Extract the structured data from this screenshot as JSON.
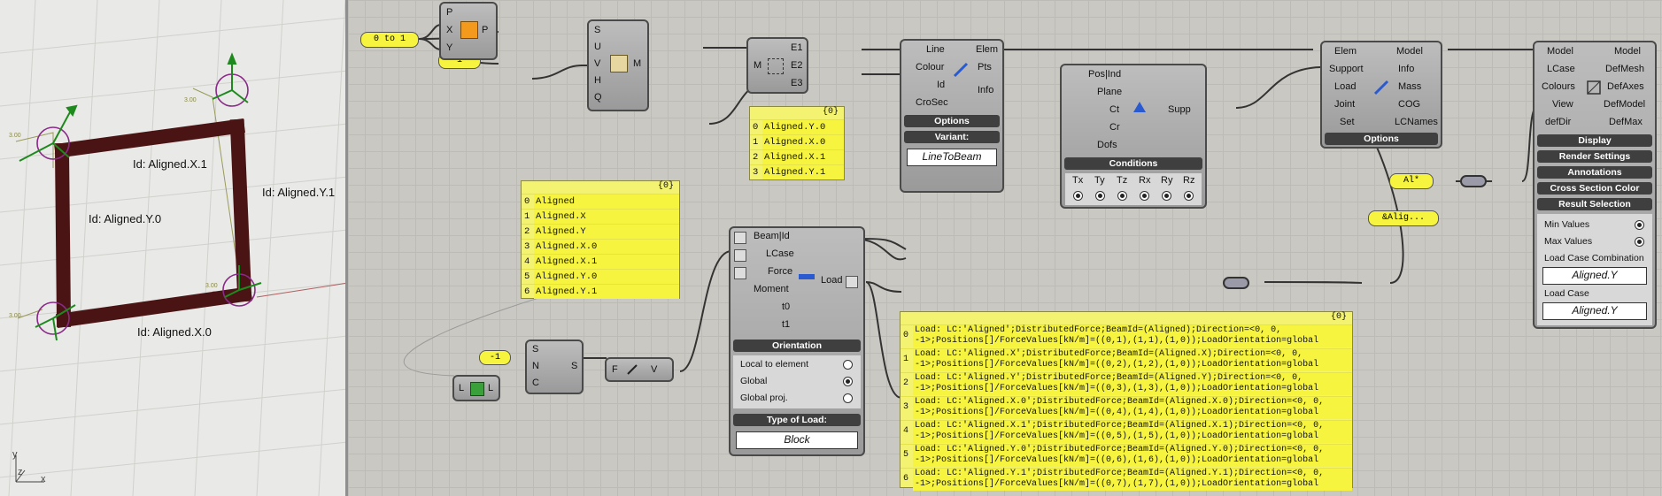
{
  "viewport": {
    "labels": [
      "Id: Aligned.X.1",
      "Id: Aligned.Y.0",
      "Id: Aligned.Y.1",
      "Id: Aligned.X.0"
    ],
    "dims": [
      "3.00",
      "3.00",
      "3.00",
      "3.00"
    ],
    "axes": {
      "x": "x",
      "y": "y",
      "z": "z"
    }
  },
  "sliders": {
    "range": "0 to 1",
    "count": "1",
    "neg": "-1",
    "lc_filter": "Al*",
    "lc_search": "&Alig..."
  },
  "c_point": {
    "in": [
      "P",
      "X",
      "Y"
    ],
    "out": "P"
  },
  "c_mesh": {
    "in": [
      "S",
      "U",
      "V",
      "H",
      "Q"
    ],
    "out": "M"
  },
  "c_edges": {
    "in": "M",
    "out": [
      "E1",
      "E2",
      "E3"
    ]
  },
  "c_vector": {
    "in": [
      "S",
      "N",
      "C"
    ],
    "out": "S"
  },
  "c_unitz": {
    "in": "F",
    "out": "V"
  },
  "c_decon": {
    "in": "L",
    "out": "L"
  },
  "panel_ids": {
    "header": "{0}",
    "items": [
      "Aligned.Y.0",
      "Aligned.X.0",
      "Aligned.X.1",
      "Aligned.Y.1"
    ]
  },
  "panel_names": {
    "header": "{0}",
    "items": [
      "Aligned",
      "Aligned.X",
      "Aligned.Y",
      "Aligned.X.0",
      "Aligned.X.1",
      "Aligned.Y.0",
      "Aligned.Y.1"
    ]
  },
  "panel_loads": {
    "header": "{0}",
    "items": [
      "Load: LC:'Aligned';DistributedForce;BeamId=(Aligned);Direction=<0, 0, -1>;Positions[]/ForceValues[kN/m]=((0,1),(1,1),(1,0));LoadOrientation=global",
      "Load: LC:'Aligned.X';DistributedForce;BeamId=(Aligned.X);Direction=<0, 0, -1>;Positions[]/ForceValues[kN/m]=((0,2),(1,2),(1,0));LoadOrientation=global",
      "Load: LC:'Aligned.Y';DistributedForce;BeamId=(Aligned.Y);Direction=<0, 0, -1>;Positions[]/ForceValues[kN/m]=((0,3),(1,3),(1,0));LoadOrientation=global",
      "Load: LC:'Aligned.X.0';DistributedForce;BeamId=(Aligned.X.0);Direction=<0, 0, -1>;Positions[]/ForceValues[kN/m]=((0,4),(1,4),(1,0));LoadOrientation=global",
      "Load: LC:'Aligned.X.1';DistributedForce;BeamId=(Aligned.X.1);Direction=<0, 0, -1>;Positions[]/ForceValues[kN/m]=((0,5),(1,5),(1,0));LoadOrientation=global",
      "Load: LC:'Aligned.Y.0';DistributedForce;BeamId=(Aligned.Y.0);Direction=<0, 0, -1>;Positions[]/ForceValues[kN/m]=((0,6),(1,6),(1,0));LoadOrientation=global",
      "Load: LC:'Aligned.Y.1';DistributedForce;BeamId=(Aligned.Y.1);Direction=<0, 0, -1>;Positions[]/ForceValues[kN/m]=((0,7),(1,7),(1,0));LoadOrientation=global"
    ]
  },
  "c_beam": {
    "in": [
      "Line",
      "Colour",
      "Id",
      "CroSec"
    ],
    "out": [
      "Elem",
      "Pts",
      "Info"
    ],
    "options": "Options",
    "variant_title": "Variant:",
    "variant_value": "LineToBeam"
  },
  "c_support": {
    "in": [
      "Pos|Ind",
      "Plane",
      "Ct",
      "Cr",
      "Dofs"
    ],
    "out": "Supp",
    "conditions_title": "Conditions",
    "dofs": [
      "Tx",
      "Ty",
      "Tz",
      "Rx",
      "Ry",
      "Rz"
    ]
  },
  "c_assemble": {
    "in": [
      "Elem",
      "Support",
      "Load",
      "Joint",
      "Set"
    ],
    "out": [
      "Model",
      "Info",
      "Mass",
      "COG",
      "LCNames"
    ],
    "options": "Options"
  },
  "c_load": {
    "in": [
      "Beam|Id",
      "LCase",
      "Force",
      "Moment",
      "t0",
      "t1"
    ],
    "out": "Load",
    "orientation_title": "Orientation",
    "orientation_options": [
      {
        "label": "Local to element",
        "on": false
      },
      {
        "label": "Global",
        "on": true
      },
      {
        "label": "Global proj.",
        "on": false
      }
    ],
    "type_title": "Type of Load:",
    "type_value": "Block"
  },
  "c_view": {
    "in": [
      "Model",
      "LCase",
      "Colours",
      "View",
      "defDir"
    ],
    "out": [
      "Model",
      "DefMesh",
      "DefAxes",
      "DefModel",
      "DefMax"
    ],
    "menus": [
      "Display",
      "Render Settings",
      "Annotations",
      "Cross Section Color",
      "Result Selection"
    ],
    "min_label": "Min Values",
    "max_label": "Max Values",
    "lcc_label": "Load Case Combination",
    "lcc_value": "Aligned.Y",
    "lc_label": "Load Case",
    "lc_value": "Aligned.Y"
  }
}
